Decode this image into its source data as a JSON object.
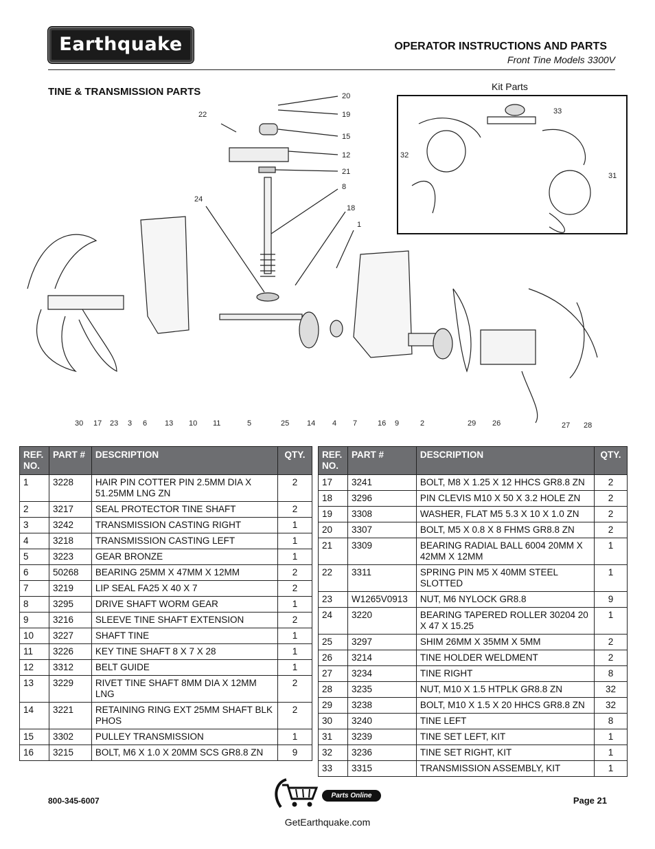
{
  "header": {
    "logo_text": "Earthquake",
    "title": "OPERATOR INSTRUCTIONS AND PARTS",
    "subtitle": "Front Tine Models 3300V"
  },
  "section_title": "TINE & TRANSMISSION PARTS",
  "kit_label": "Kit Parts",
  "callouts_top": [
    "20",
    "19",
    "15",
    "12",
    "21",
    "8",
    "18",
    "1",
    "22",
    "24"
  ],
  "callouts_bottom": [
    "30",
    "17",
    "23",
    "3",
    "6",
    "13",
    "10",
    "11",
    "5",
    "25",
    "14",
    "4",
    "7",
    "16",
    "9",
    "2",
    "29",
    "26",
    "27",
    "28"
  ],
  "kit_callouts": [
    "33",
    "32",
    "31"
  ],
  "table_headers": {
    "ref": "REF. NO.",
    "part": "PART #",
    "desc": "DESCRIPTION",
    "qty": "QTY."
  },
  "parts_left": [
    {
      "ref": "1",
      "part": "3228",
      "desc": "HAIR PIN COTTER PIN 2.5MM DIA X 51.25MM LNG ZN",
      "qty": "2"
    },
    {
      "ref": "2",
      "part": "3217",
      "desc": "SEAL PROTECTOR TINE SHAFT",
      "qty": "2"
    },
    {
      "ref": "3",
      "part": "3242",
      "desc": "TRANSMISSION CASTING RIGHT",
      "qty": "1"
    },
    {
      "ref": "4",
      "part": "3218",
      "desc": "TRANSMISSION CASTING LEFT",
      "qty": "1"
    },
    {
      "ref": "5",
      "part": "3223",
      "desc": "GEAR BRONZE",
      "qty": "1"
    },
    {
      "ref": "6",
      "part": "50268",
      "desc": "BEARING 25MM X 47MM X 12MM",
      "qty": "2"
    },
    {
      "ref": "7",
      "part": "3219",
      "desc": "LIP SEAL FA25 X 40 X 7",
      "qty": "2"
    },
    {
      "ref": "8",
      "part": "3295",
      "desc": "DRIVE SHAFT WORM GEAR",
      "qty": "1"
    },
    {
      "ref": "9",
      "part": "3216",
      "desc": "SLEEVE TINE SHAFT EXTENSION",
      "qty": "2"
    },
    {
      "ref": "10",
      "part": "3227",
      "desc": "SHAFT TINE",
      "qty": "1"
    },
    {
      "ref": "11",
      "part": "3226",
      "desc": "KEY TINE SHAFT 8 X 7 X 28",
      "qty": "1"
    },
    {
      "ref": "12",
      "part": "3312",
      "desc": "BELT GUIDE",
      "qty": "1"
    },
    {
      "ref": "13",
      "part": "3229",
      "desc": "RIVET TINE SHAFT 8MM DIA X 12MM LNG",
      "qty": "2"
    },
    {
      "ref": "14",
      "part": "3221",
      "desc": "RETAINING RING EXT 25MM SHAFT BLK PHOS",
      "qty": "2"
    },
    {
      "ref": "15",
      "part": "3302",
      "desc": "PULLEY TRANSMISSION",
      "qty": "1"
    },
    {
      "ref": "16",
      "part": "3215",
      "desc": "BOLT, M6 X 1.0 X 20MM SCS GR8.8 ZN",
      "qty": "9"
    }
  ],
  "parts_right": [
    {
      "ref": "17",
      "part": "3241",
      "desc": "BOLT, M8 X 1.25 X 12 HHCS GR8.8 ZN",
      "qty": "2"
    },
    {
      "ref": "18",
      "part": "3296",
      "desc": "PIN CLEVIS M10 X 50 X 3.2 HOLE ZN",
      "qty": "2"
    },
    {
      "ref": "19",
      "part": "3308",
      "desc": "WASHER, FLAT M5 5.3 X 10 X 1.0 ZN",
      "qty": "2"
    },
    {
      "ref": "20",
      "part": "3307",
      "desc": "BOLT, M5 X 0.8 X 8 FHMS GR8.8 ZN",
      "qty": "2"
    },
    {
      "ref": "21",
      "part": "3309",
      "desc": "BEARING RADIAL BALL 6004 20MM X 42MM X 12MM",
      "qty": "1"
    },
    {
      "ref": "22",
      "part": "3311",
      "desc": "SPRING PIN M5 X 40MM STEEL SLOTTED",
      "qty": "1"
    },
    {
      "ref": "23",
      "part": "W1265V0913",
      "desc": "NUT, M6 NYLOCK GR8.8",
      "qty": "9"
    },
    {
      "ref": "24",
      "part": "3220",
      "desc": "BEARING TAPERED ROLLER 30204 20 X 47 X 15.25",
      "qty": "1"
    },
    {
      "ref": "25",
      "part": "3297",
      "desc": "SHIM 26MM X 35MM X 5MM",
      "qty": "2"
    },
    {
      "ref": "26",
      "part": "3214",
      "desc": "TINE HOLDER WELDMENT",
      "qty": "2"
    },
    {
      "ref": "27",
      "part": "3234",
      "desc": "TINE RIGHT",
      "qty": "8"
    },
    {
      "ref": "28",
      "part": "3235",
      "desc": "NUT, M10 X 1.5 HTPLK GR8.8 ZN",
      "qty": "32"
    },
    {
      "ref": "29",
      "part": "3238",
      "desc": "BOLT, M10 X 1.5 X 20 HHCS GR8.8 ZN",
      "qty": "32"
    },
    {
      "ref": "30",
      "part": "3240",
      "desc": "TINE LEFT",
      "qty": "8"
    },
    {
      "ref": "31",
      "part": "3239",
      "desc": "TINE SET LEFT, KIT",
      "qty": "1"
    },
    {
      "ref": "32",
      "part": "3236",
      "desc": "TINE SET RIGHT, KIT",
      "qty": "1"
    },
    {
      "ref": "33",
      "part": "3315",
      "desc": "TRANSMISSION ASSEMBLY, KIT",
      "qty": "1"
    }
  ],
  "footer": {
    "phone": "800-345-6007",
    "page": "Page 21",
    "parts_online": "Parts Online",
    "website": "GetEarthquake.com"
  }
}
